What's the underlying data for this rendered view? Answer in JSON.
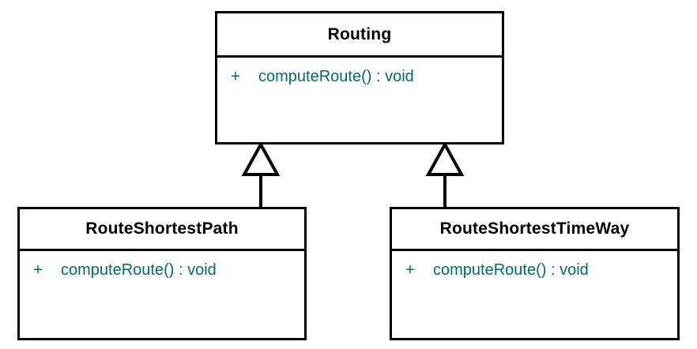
{
  "diagram": {
    "type": "uml-class-diagram",
    "title": "",
    "background_color": "#ffffff",
    "border_color": "#000000",
    "member_text_color": "#006a6e",
    "class_name_color": "#000000",
    "classes": [
      {
        "id": "routing",
        "name": "Routing",
        "role": "superclass",
        "attributes": [],
        "methods": [
          {
            "visibility": "+",
            "signature": "computeRoute() : void"
          }
        ]
      },
      {
        "id": "routeshortestpath",
        "name": "RouteShortestPath",
        "role": "subclass",
        "attributes": [],
        "methods": [
          {
            "visibility": "+",
            "signature": "computeRoute() : void"
          }
        ]
      },
      {
        "id": "routeshortesttimeway",
        "name": "RouteShortestTimeWay",
        "role": "subclass",
        "attributes": [],
        "methods": [
          {
            "visibility": "+",
            "signature": "computeRoute() : void"
          }
        ]
      }
    ],
    "relationships": [
      {
        "id": "gen-path",
        "kind": "generalization",
        "source": "RouteShortestPath",
        "target": "Routing",
        "arrow": "hollow-triangle"
      },
      {
        "id": "gen-timeway",
        "kind": "generalization",
        "source": "RouteShortestTimeWay",
        "target": "Routing",
        "arrow": "hollow-triangle"
      }
    ]
  }
}
